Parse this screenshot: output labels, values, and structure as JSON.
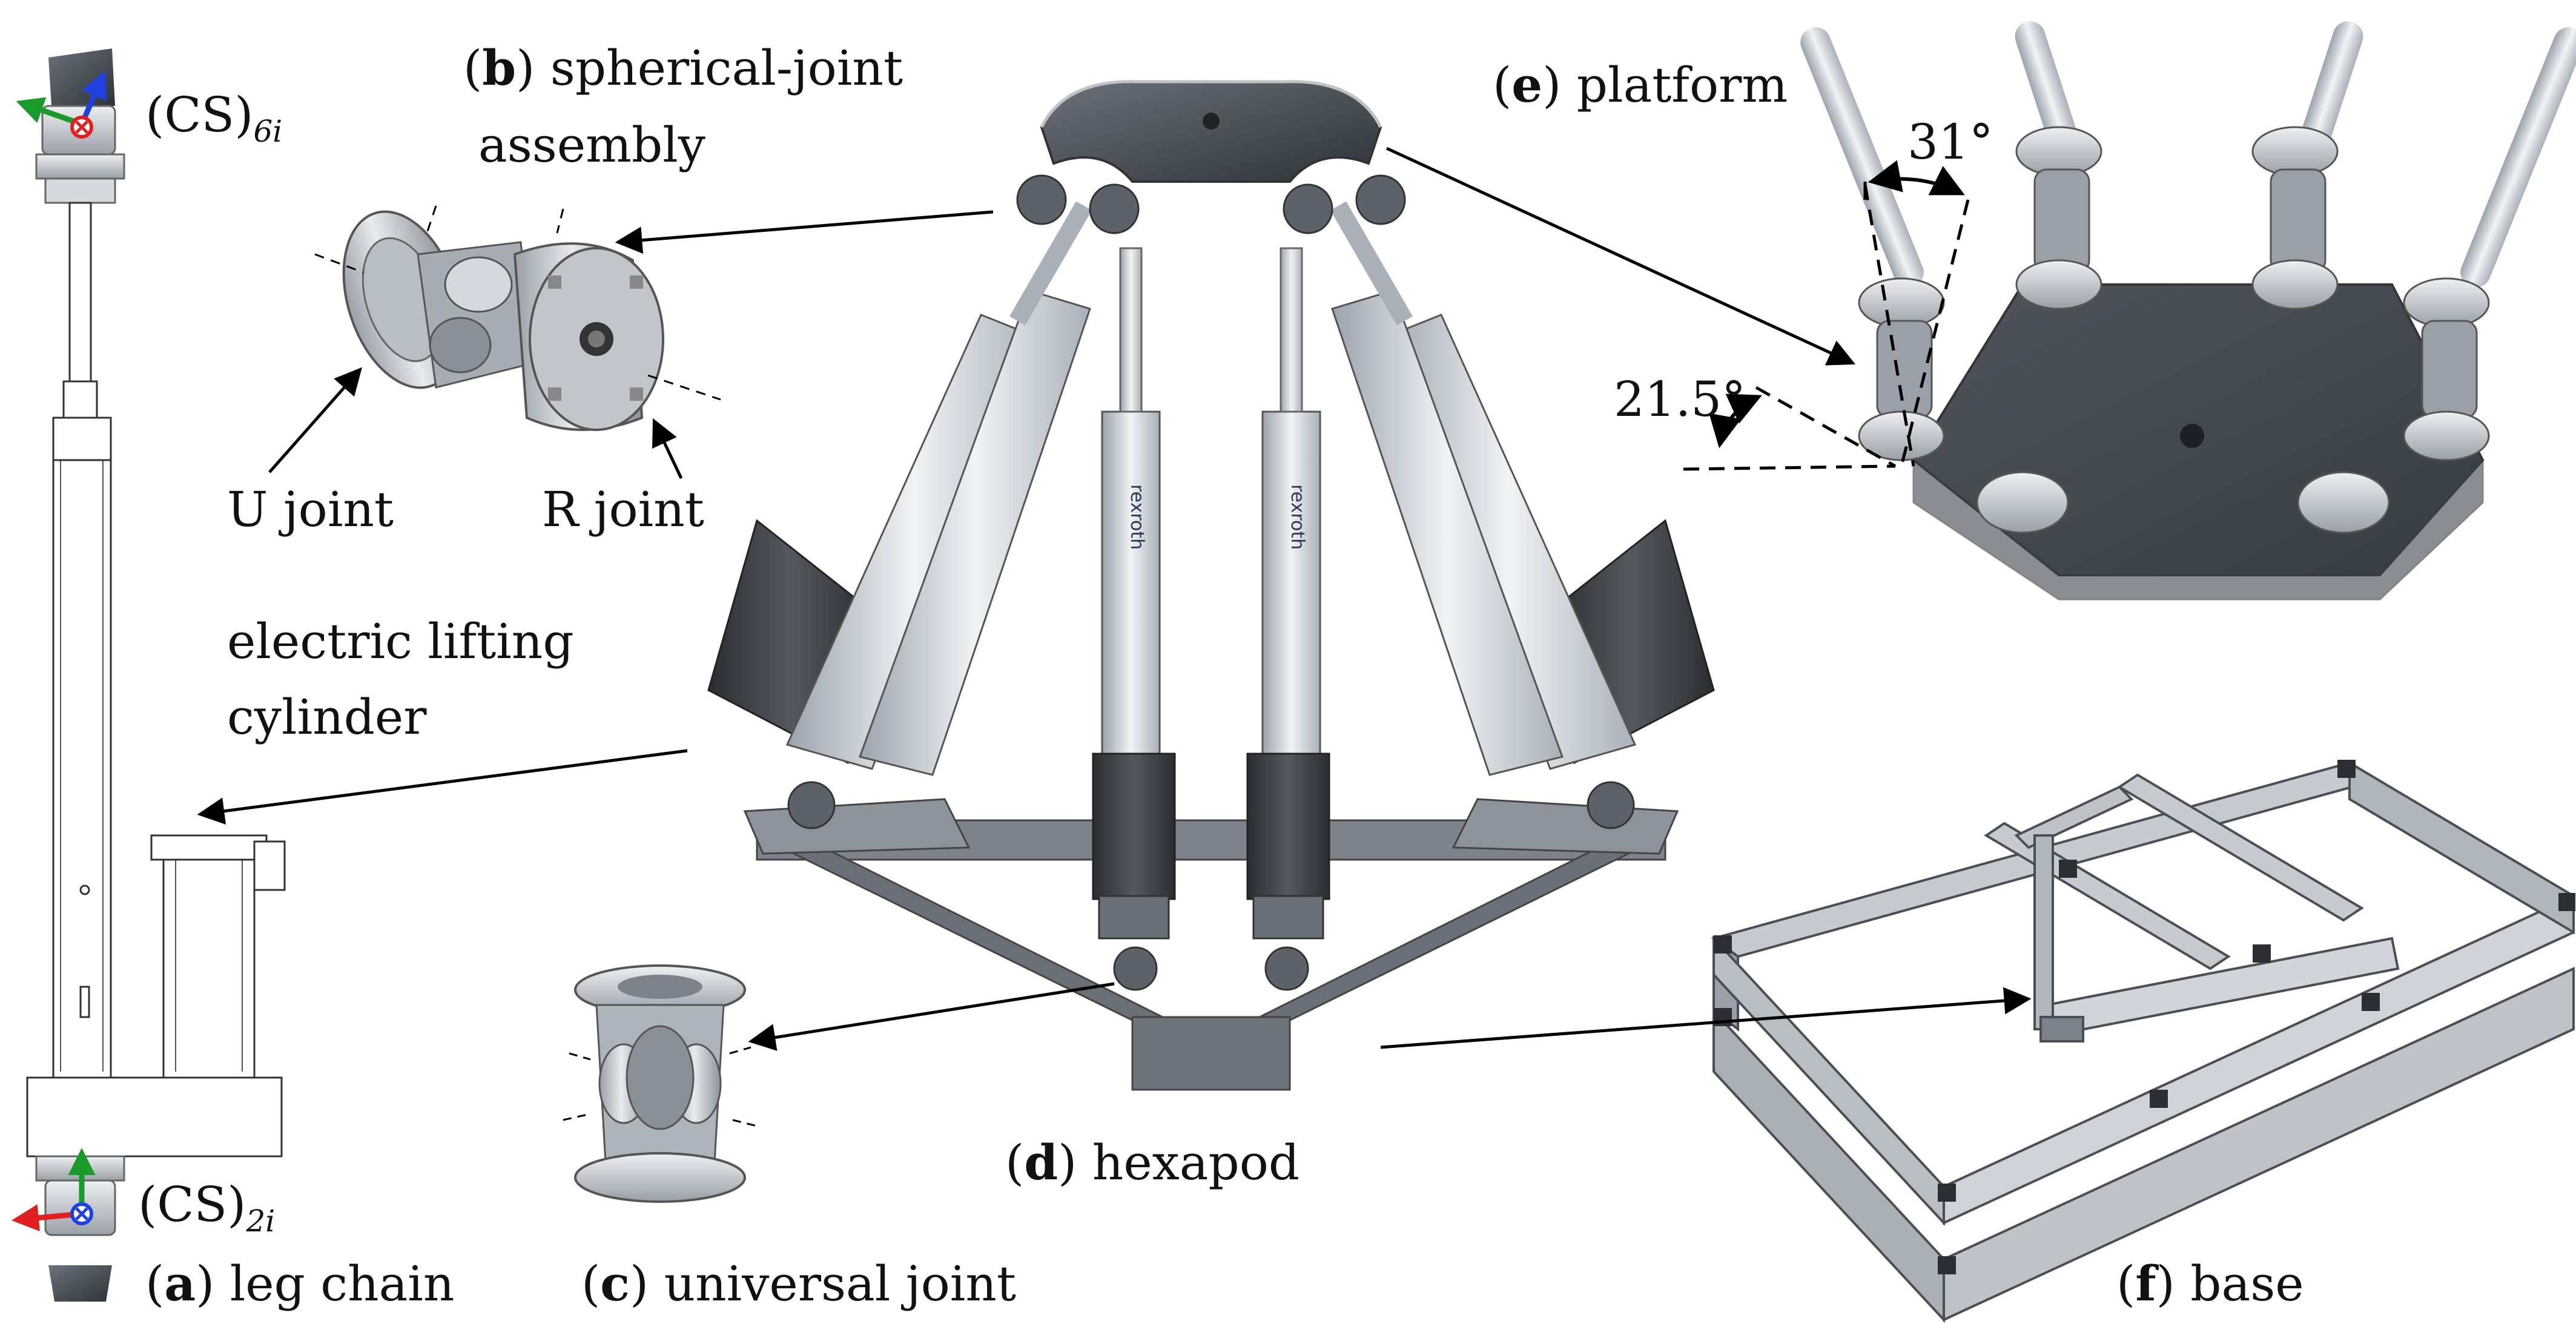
{
  "labels": {
    "leg_chain": {
      "letter": "a",
      "text": "leg chain"
    },
    "spherical_joint": {
      "letter": "b",
      "text": "spherical-joint",
      "line2": "assembly"
    },
    "universal_joint": {
      "letter": "c",
      "text": "universal joint"
    },
    "hexapod": {
      "letter": "d",
      "text": "hexapod"
    },
    "platform": {
      "letter": "e",
      "text": "platform"
    },
    "base": {
      "letter": "f",
      "text": "base"
    }
  },
  "parts": {
    "u_joint": "U joint",
    "r_joint": "R joint",
    "cylinder_line1": "electric lifting",
    "cylinder_line2": "cylinder"
  },
  "coordinate_systems": {
    "top": {
      "main": "(CS)",
      "sub": "6",
      "idx": "i"
    },
    "bottom": {
      "main": "(CS)",
      "sub": "2",
      "idx": "i"
    }
  },
  "angles": {
    "upper": "31°",
    "lower": "21.5°"
  },
  "actuator_brand": "rexroth",
  "colors": {
    "steel": "#c9ccd0",
    "dark_steel": "#5b6068",
    "motor": "#3b3e44",
    "platform": "#4e545c",
    "axis_red": "#e02020",
    "axis_green": "#1a9a2a",
    "axis_blue": "#2040e0"
  }
}
